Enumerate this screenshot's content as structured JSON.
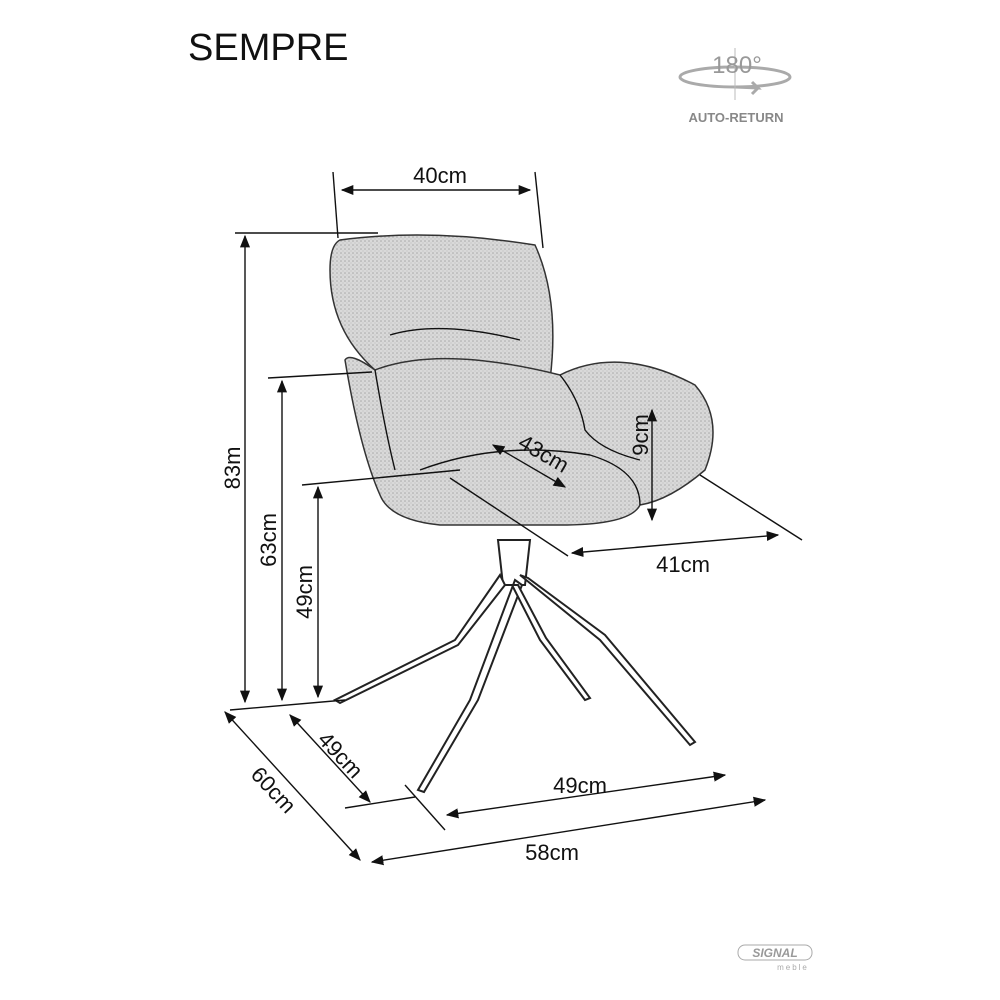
{
  "title": "SEMPRE",
  "rotation": {
    "angle": "180°",
    "label": "AUTO-RETURN"
  },
  "dimensions": {
    "backrest_width": "40cm",
    "total_height": "83m",
    "armrest_height": "63cm",
    "seat_height": "49cm",
    "seat_depth": "43cm",
    "armrest_above_seat": "9cm",
    "seat_width": "41cm",
    "base_depth": "49cm",
    "total_depth": "60cm",
    "base_width": "49cm",
    "total_width": "58cm"
  },
  "logo": {
    "brand": "SIGNAL",
    "sub": "meble"
  }
}
